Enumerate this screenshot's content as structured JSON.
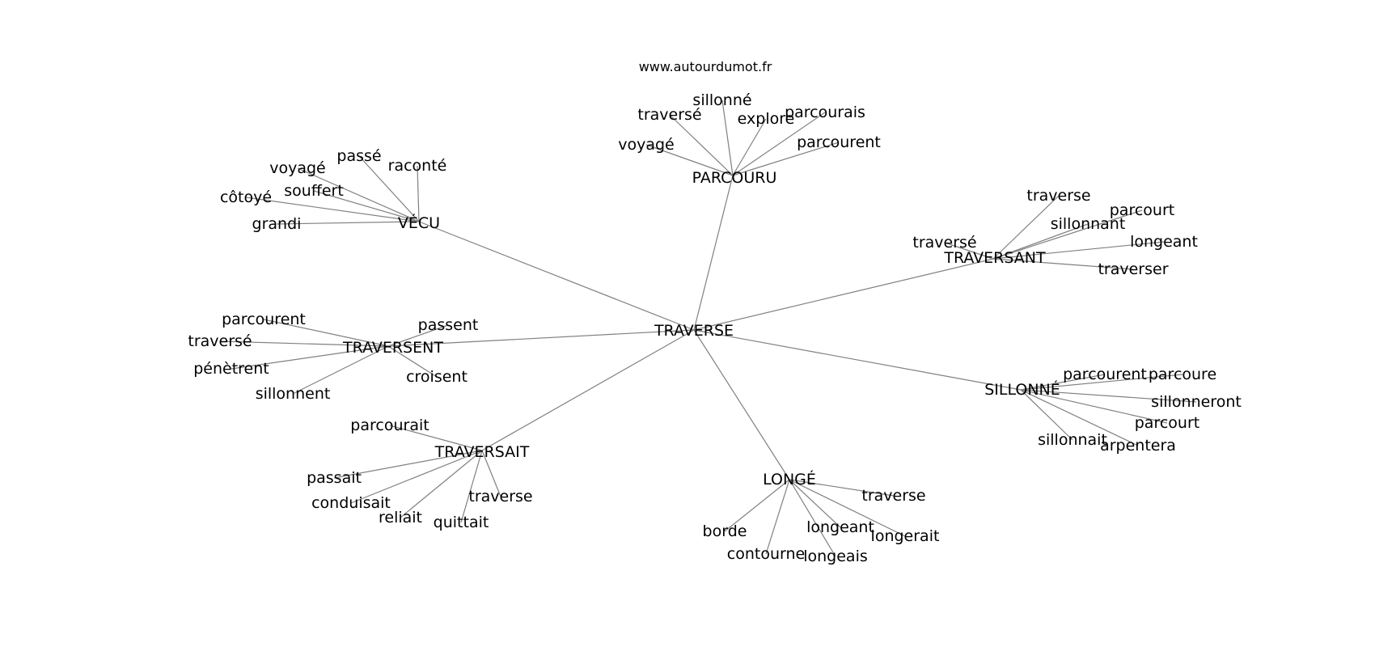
{
  "source_text": "www.autourdumot.fr",
  "root": "TRAVERSE",
  "clusters": [
    {
      "hub": "VÉCU",
      "children": [
        "voyagé",
        "passé",
        "raconté",
        "souffert",
        "côtoyé",
        "grandi"
      ]
    },
    {
      "hub": "PARCOURU",
      "children": [
        "sillonné",
        "traversé",
        "explore",
        "parcourais",
        "voyagé",
        "parcourent"
      ]
    },
    {
      "hub": "TRAVERSANT",
      "children": [
        "traverse",
        "parcourt",
        "sillonnant",
        "traversé",
        "longeant",
        "traverser"
      ]
    },
    {
      "hub": "TRAVERSENT",
      "children": [
        "parcourent",
        "passent",
        "traversé",
        "pénètrent",
        "croisent",
        "sillonnent"
      ]
    },
    {
      "hub": "SILLONNÉ",
      "children": [
        "parcourent",
        "parcoure",
        "sillonneront",
        "parcourt",
        "sillonnait",
        "arpentera"
      ]
    },
    {
      "hub": "TRAVERSAIT",
      "children": [
        "parcourait",
        "passait",
        "conduisait",
        "traverse",
        "reliait",
        "quittait"
      ]
    },
    {
      "hub": "LONGÉ",
      "children": [
        "traverse",
        "borde",
        "longeant",
        "longerait",
        "contourne",
        "longeais"
      ]
    }
  ],
  "colors": {
    "edge": "#808080",
    "text": "#000000",
    "background": "#ffffff"
  }
}
